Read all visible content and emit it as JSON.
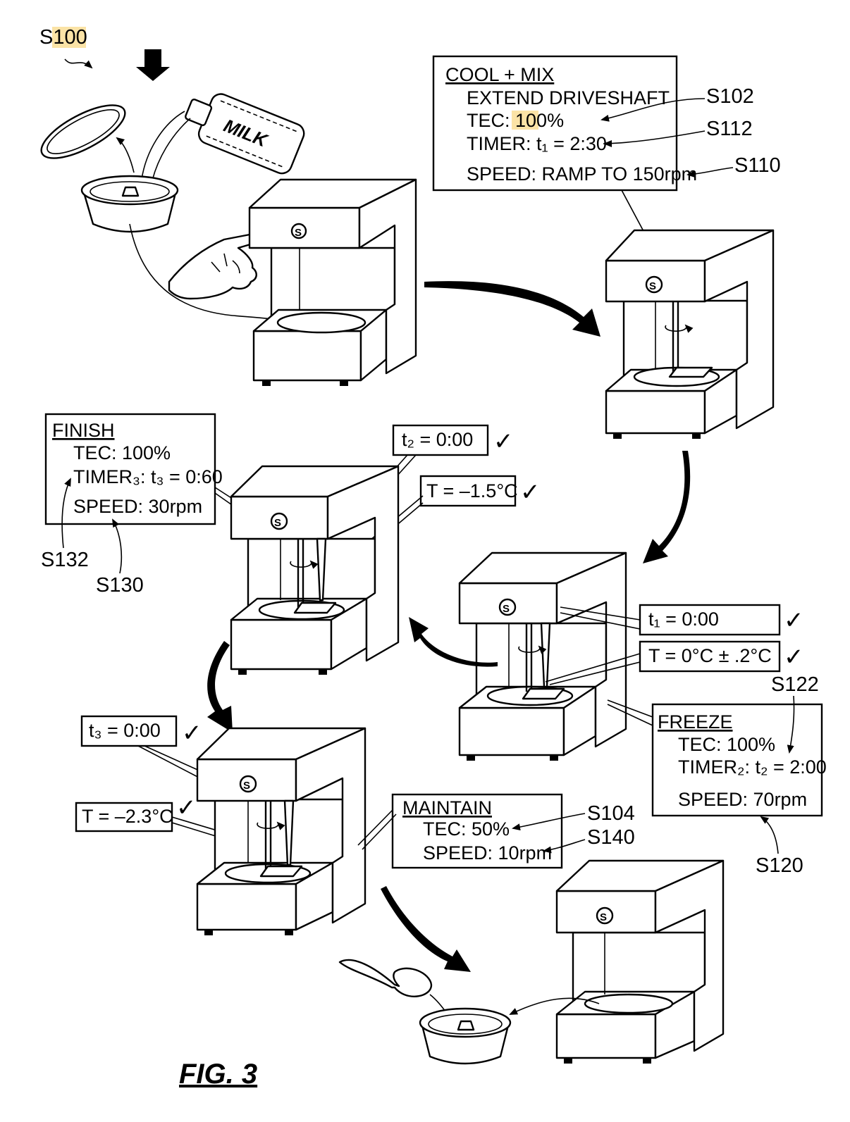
{
  "figure": {
    "title": "FIG. 3",
    "steps": {
      "start": {
        "ref_prefix": "S",
        "ref_highlight": "100",
        "bottle_label": "MILK",
        "button_icon": "S"
      },
      "cool_mix": {
        "heading": "COOL + MIX",
        "line1": "EXTEND DRIVESHAFT",
        "tec_prefix": "TEC:  ",
        "tec_value": "100",
        "tec_suffix": "%",
        "timer": "TIMER:  t₁ = 2:30",
        "speed": "SPEED:  RAMP TO 150rpm",
        "refs": {
          "driveshaft": "S102",
          "timer": "S112",
          "speed": "S110"
        }
      },
      "freeze": {
        "heading": "FREEZE",
        "tec": "TEC:  100%",
        "timer": "TIMER₂:  t₂ = 2:00",
        "speed": "SPEED:  70rpm",
        "refs": {
          "timer": "S122",
          "speed": "S120"
        },
        "t1_done": "t₁ = 0:00",
        "temp": "T = 0°C ± .2°C"
      },
      "finish": {
        "heading": "FINISH",
        "tec": "TEC:  100%",
        "timer": "TIMER₃:  t₃ = 0:60",
        "speed": "SPEED:  30rpm",
        "refs": {
          "timer": "S132",
          "speed": "S130"
        },
        "t2_done": "t₂ = 0:00",
        "temp": "T = –1.5°C"
      },
      "maintain": {
        "heading": "MAINTAIN",
        "tec": "TEC:  50%",
        "speed": "SPEED:  10rpm",
        "refs": {
          "tec": "S104",
          "speed": "S140"
        },
        "t3_done": "t₃ = 0:00",
        "temp": "T = –2.3°C"
      }
    },
    "check_mark": "✓"
  }
}
